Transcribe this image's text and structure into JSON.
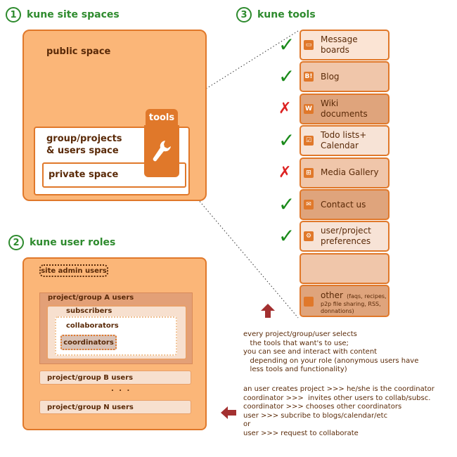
{
  "section1": {
    "num": "1",
    "title": "kune site spaces"
  },
  "section2": {
    "num": "2",
    "title": "kune user roles"
  },
  "section3": {
    "num": "3",
    "title": "kune tools"
  },
  "spaces": {
    "public": "public space",
    "group_line1": "group/projects",
    "group_line2": "& users space",
    "private": "private space",
    "tools_tab": "tools"
  },
  "tools": [
    {
      "line1": "Message",
      "line2": "boards",
      "status": "check",
      "icon": "message-board-icon",
      "glyph": "▭"
    },
    {
      "line1": "Blog",
      "line2": "",
      "status": "check",
      "icon": "blog-icon",
      "glyph": "B!"
    },
    {
      "line1": "Wiki",
      "line2": "documents",
      "status": "cross",
      "icon": "wiki-icon",
      "glyph": "W"
    },
    {
      "line1": "Todo lists+",
      "line2": "Calendar",
      "status": "check",
      "icon": "todo-icon",
      "glyph": "☑"
    },
    {
      "line1": "Media Gallery",
      "line2": "",
      "status": "cross",
      "icon": "gallery-icon",
      "glyph": "⊞"
    },
    {
      "line1": "Contact us",
      "line2": "",
      "status": "check",
      "icon": "contact-icon",
      "glyph": "✉"
    },
    {
      "line1": "user/project",
      "line2": "preferences",
      "status": "check",
      "icon": "preferences-icon",
      "glyph": "⚙"
    },
    {
      "line1": "",
      "line2": "",
      "status": "none",
      "icon": "",
      "glyph": ""
    }
  ],
  "other_tool": {
    "label": "other",
    "detail1": "(faqs, recipes,",
    "detail2": "p2p file sharing, RSS,",
    "detail3": "donnations)"
  },
  "marks": {
    "check": "✓",
    "cross": "✗"
  },
  "roles": {
    "admin": "site admin users",
    "groupA": "project/group A users",
    "subscribers": "subscribers",
    "collaborators": "collaborators",
    "coordinators": "coordinators",
    "groupB": "project/group B users",
    "dots": ". . .",
    "groupN": "project/group N users"
  },
  "note1": [
    "every project/group/user selects",
    "   the tools that want's to use;",
    "you can see and interact with content",
    "   depending on your role (anonymous users have",
    "   less tools and functionality)"
  ],
  "note2": [
    "an user creates project >>> he/she is the coordinator",
    "coordinator >>>  invites other users to collab/subsc.",
    "coordinator >>> chooses other coordinators",
    "user >>> subcribe to blogs/calendar/etc",
    "or",
    "user >>> request to collaborate"
  ],
  "colors": {
    "accent": "#e0782a",
    "panel": "#fbb678",
    "green": "#2e8b2e",
    "red": "#dd2222",
    "arrow": "#a33030",
    "tool_fills": [
      "#fbe4d4",
      "#f0c6aa",
      "#dfa47c",
      "#f7e3d6",
      "#f0c6aa",
      "#dfa47c",
      "#f7e3d6",
      "#f0c6aa"
    ]
  }
}
